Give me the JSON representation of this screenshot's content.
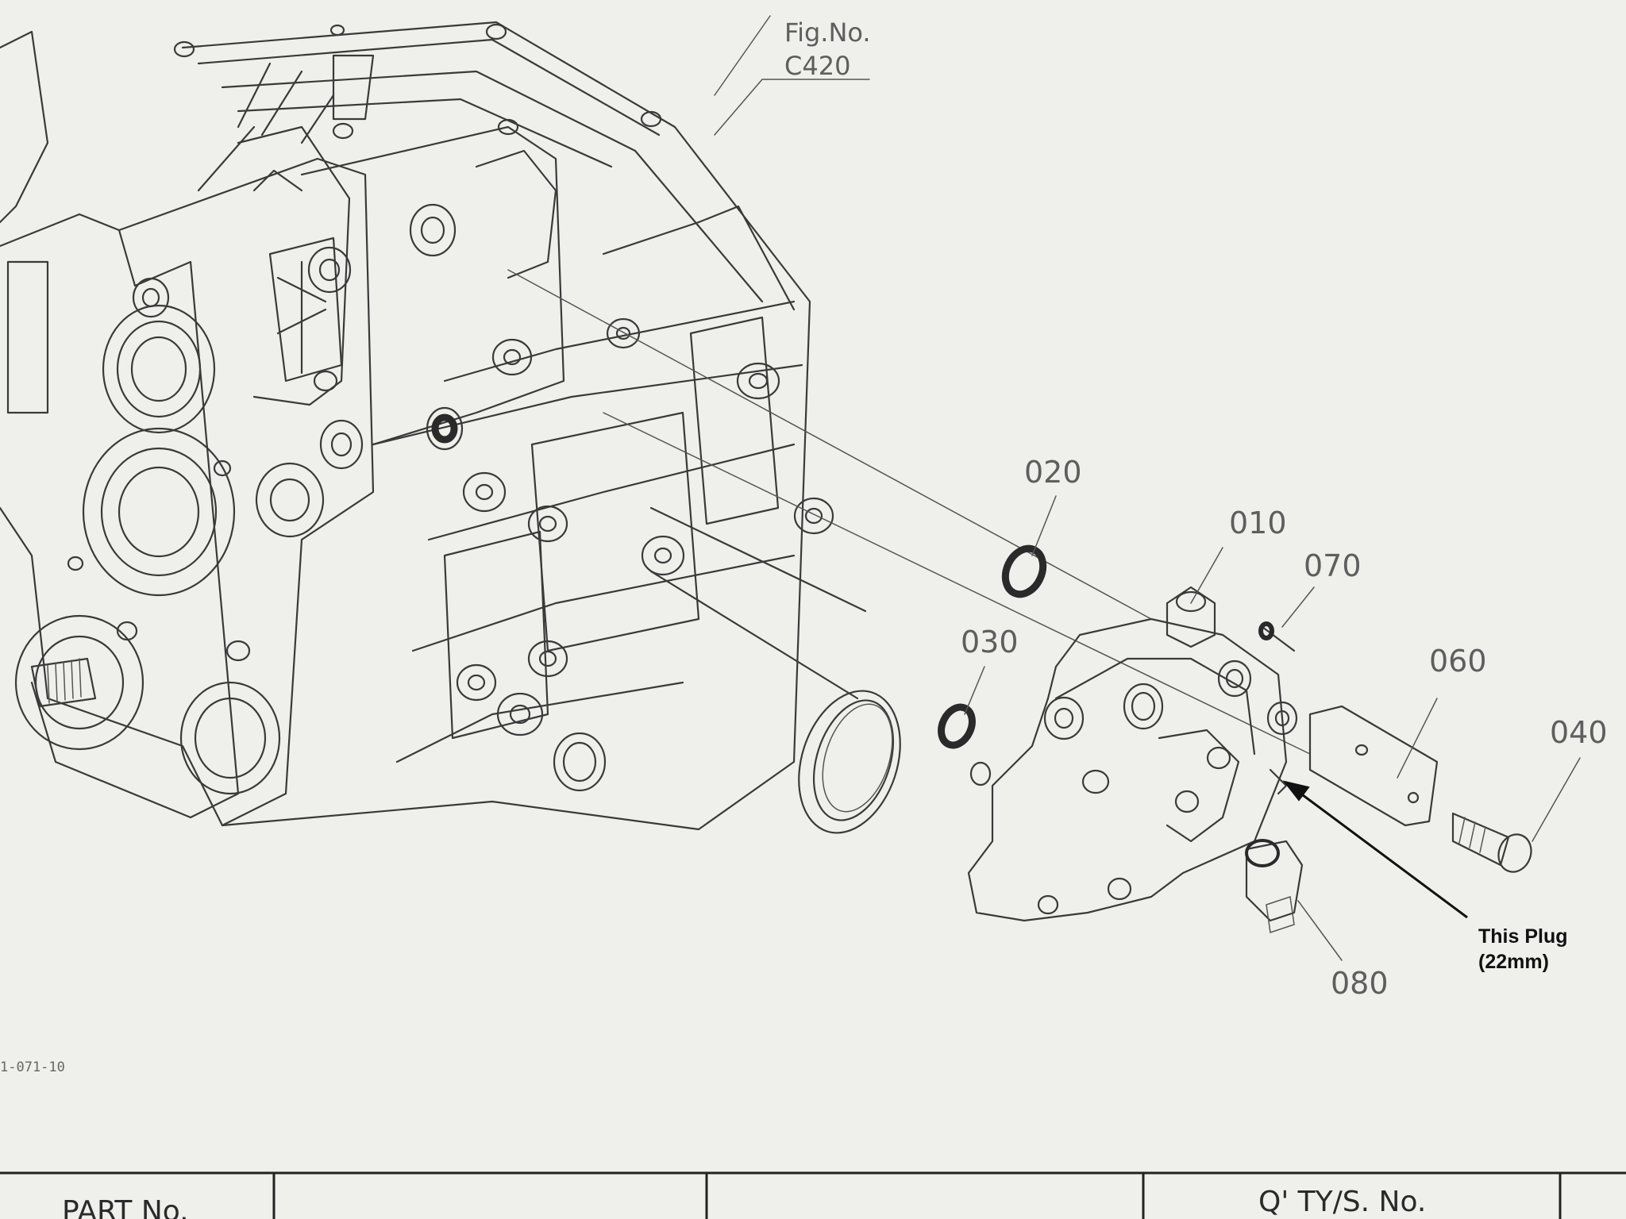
{
  "figure": {
    "prefix": "Fig.No.",
    "number": "C420"
  },
  "parts": [
    {
      "id": "p020",
      "number": "020"
    },
    {
      "id": "p010",
      "number": "010"
    },
    {
      "id": "p070",
      "number": "070"
    },
    {
      "id": "p030",
      "number": "030"
    },
    {
      "id": "p060",
      "number": "060"
    },
    {
      "id": "p040",
      "number": "040"
    },
    {
      "id": "p080",
      "number": "080"
    }
  ],
  "annotation": {
    "line1": "This Plug",
    "line2": "(22mm)"
  },
  "drawing_code": "1-071-10",
  "table_header": {
    "part_no": "PART No.",
    "qty_serial": "Q' TY/S. No."
  },
  "colors": {
    "paper": "#efefeb",
    "ink": "#3a3a3a",
    "label_ink": "#5e5e5e",
    "annotation": "#111111"
  }
}
